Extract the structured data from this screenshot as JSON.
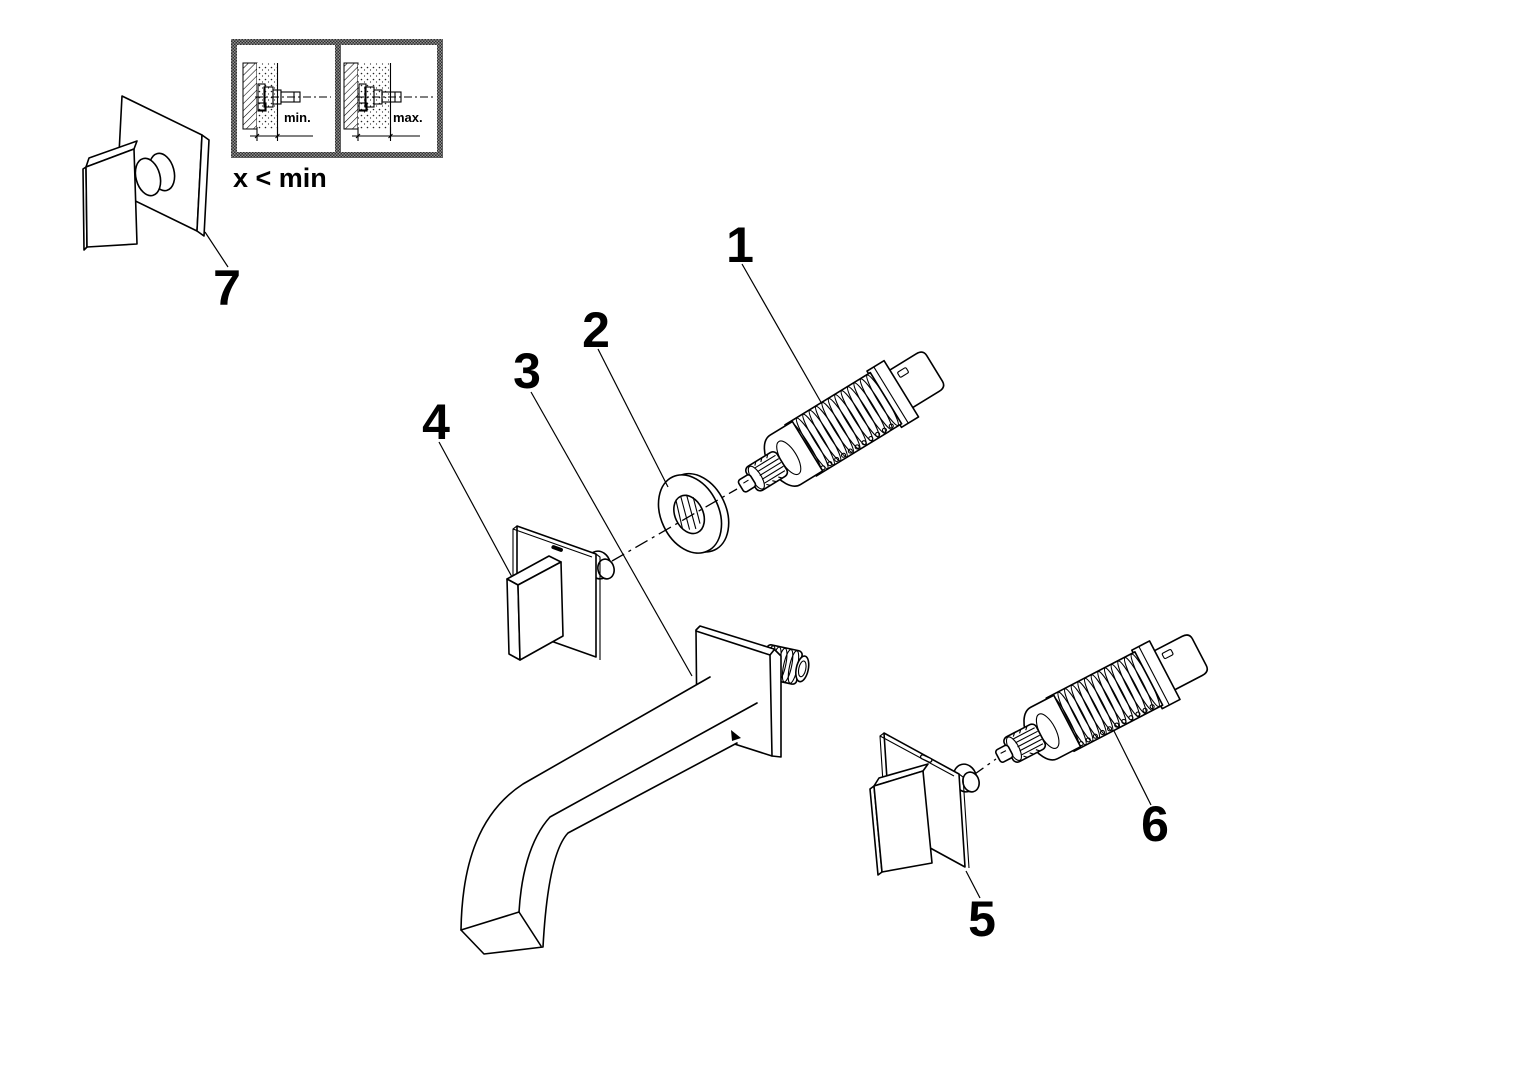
{
  "diagram": {
    "kind": "exploded parts diagram",
    "background": "#ffffff",
    "line_color": "#000000",
    "inset_border_color": "#3f3f3f"
  },
  "parts": [
    {
      "number": "1"
    },
    {
      "number": "2"
    },
    {
      "number": "3"
    },
    {
      "number": "4"
    },
    {
      "number": "5"
    },
    {
      "number": "6"
    },
    {
      "number": "7"
    }
  ],
  "inset": {
    "left_label": "min.",
    "right_label": "max.",
    "caption": "x < min"
  }
}
